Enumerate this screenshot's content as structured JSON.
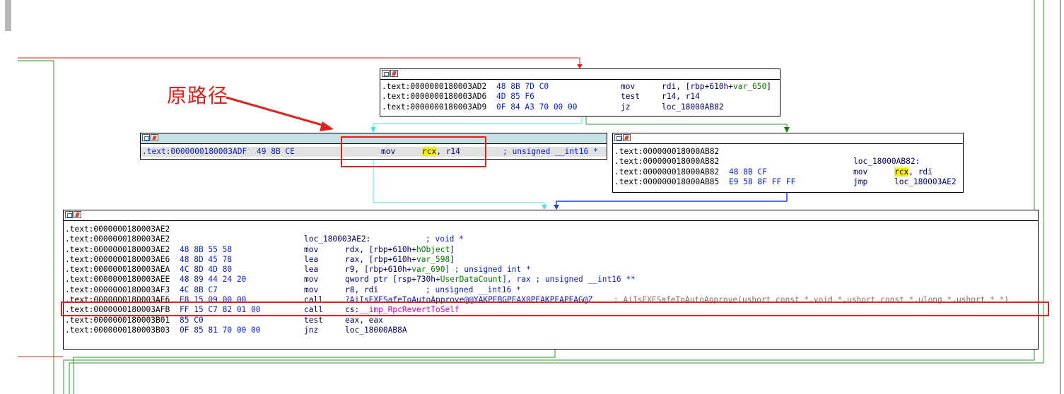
{
  "annotation": "原路径",
  "colors": {
    "red_box": "#e0201c",
    "edge_red": "#e0201c",
    "edge_green": "#2a9a2a",
    "edge_cyan": "#4ae0e8",
    "edge_blue": "#1a40e0",
    "highlight": "#f8f000"
  },
  "icons": [
    "graph-color-icon",
    "edit-icon",
    "graph-view-icon"
  ],
  "node1": {
    "rows": [
      {
        "addr": ".text:0000000180003AD2",
        "bytes": "48 8B 7D C0",
        "mnem": "mov",
        "ops": "rdi, [rbp+610h+",
        "ops_var": "var_650",
        "ops_end": "]"
      },
      {
        "addr": ".text:0000000180003AD6",
        "bytes": "4D 85 F6",
        "mnem": "test",
        "ops": "r14, r14",
        "ops_var": "",
        "ops_end": ""
      },
      {
        "addr": ".text:0000000180003AD9",
        "bytes": "0F 84 A3 70 00 00",
        "mnem": "jz",
        "ops": "loc_18000AB82",
        "ops_var": "",
        "ops_end": ""
      }
    ]
  },
  "node2": {
    "addr": ".text:0000000180003ADF",
    "bytes": "49 8B CE",
    "mnem": "mov",
    "ops_hl": "rcx",
    "ops_rest": ", r14",
    "comment": "; unsigned __int16 *"
  },
  "node3": {
    "rows": [
      {
        "addr": ".text:000000018000AB82",
        "bytes": "",
        "mnem": "",
        "ops": ""
      },
      {
        "addr": ".text:000000018000AB82",
        "bytes": "",
        "mnem": "",
        "label": "loc_18000AB82:"
      },
      {
        "addr": ".text:000000018000AB82",
        "bytes": "48 8B CF",
        "mnem": "mov",
        "ops_hl": "rcx",
        "ops": ", rdi"
      },
      {
        "addr": ".text:000000018000AB85",
        "bytes": "E9 58 8F FF FF",
        "mnem": "jmp",
        "ops": "loc_180003AE2"
      }
    ]
  },
  "node4": {
    "rows": [
      {
        "addr": ".text:0000000180003AE2"
      },
      {
        "addr": ".text:0000000180003AE2",
        "label": "loc_180003AE2:",
        "comment": "; void *"
      },
      {
        "addr": ".text:0000000180003AE2",
        "bytes": "48 8B 55 58",
        "mnem": "mov",
        "ops_a": "rdx, [rbp+610h+",
        "ops_v": "hObject",
        "ops_b": "]"
      },
      {
        "addr": ".text:0000000180003AE6",
        "bytes": "48 8D 45 78",
        "mnem": "lea",
        "ops_a": "rax, [rbp+610h+",
        "ops_v": "var_598",
        "ops_b": "]"
      },
      {
        "addr": ".text:0000000180003AEA",
        "bytes": "4C 8D 4D 80",
        "mnem": "lea",
        "ops_a": "r9, [rbp+610h+",
        "ops_v": "var_690",
        "ops_b": "] ; unsigned int *"
      },
      {
        "addr": ".text:0000000180003AEE",
        "bytes": "48 89 44 24 20",
        "mnem": "mov",
        "ops_a": "qword ptr [rsp+730h+",
        "ops_v": "UserDataCount",
        "ops_b": "], rax ; unsigned __int16 **"
      },
      {
        "addr": ".text:0000000180003AF3",
        "bytes": "4C 8B C7",
        "mnem": "mov",
        "ops_a": "r8, rdi",
        "ops_v": "",
        "ops_b": "",
        "comment": "; unsigned __int16 *"
      },
      {
        "addr": ".text:0000000180003AF6",
        "bytes": "E8 15 09 00 00",
        "mnem": "call",
        "ops_call": "?AiIsEXESafeToAutoApprove@@YAKPEBGPEAX0PEAKPEAPEAG@Z",
        "comment": "; AiIsEXESafeToAutoApprove(ushort const *,void *,ushort const *,ulong *,ushort * *)"
      },
      {
        "addr": ".text:0000000180003AFB",
        "bytes": "FF 15 C7 82 01 00",
        "mnem": "call",
        "ops_pre": "cs:",
        "ops_imp": "__imp_RpcRevertToSelf"
      },
      {
        "addr": ".text:0000000180003B01",
        "bytes": "85 C0",
        "mnem": "test",
        "ops_a": "eax, eax",
        "ops_v": "",
        "ops_b": ""
      },
      {
        "addr": ".text:0000000180003B03",
        "bytes": "0F 85 81 70 00 00",
        "mnem": "jnz",
        "ops_a": "loc_18000AB8A",
        "ops_v": "",
        "ops_b": ""
      }
    ]
  }
}
